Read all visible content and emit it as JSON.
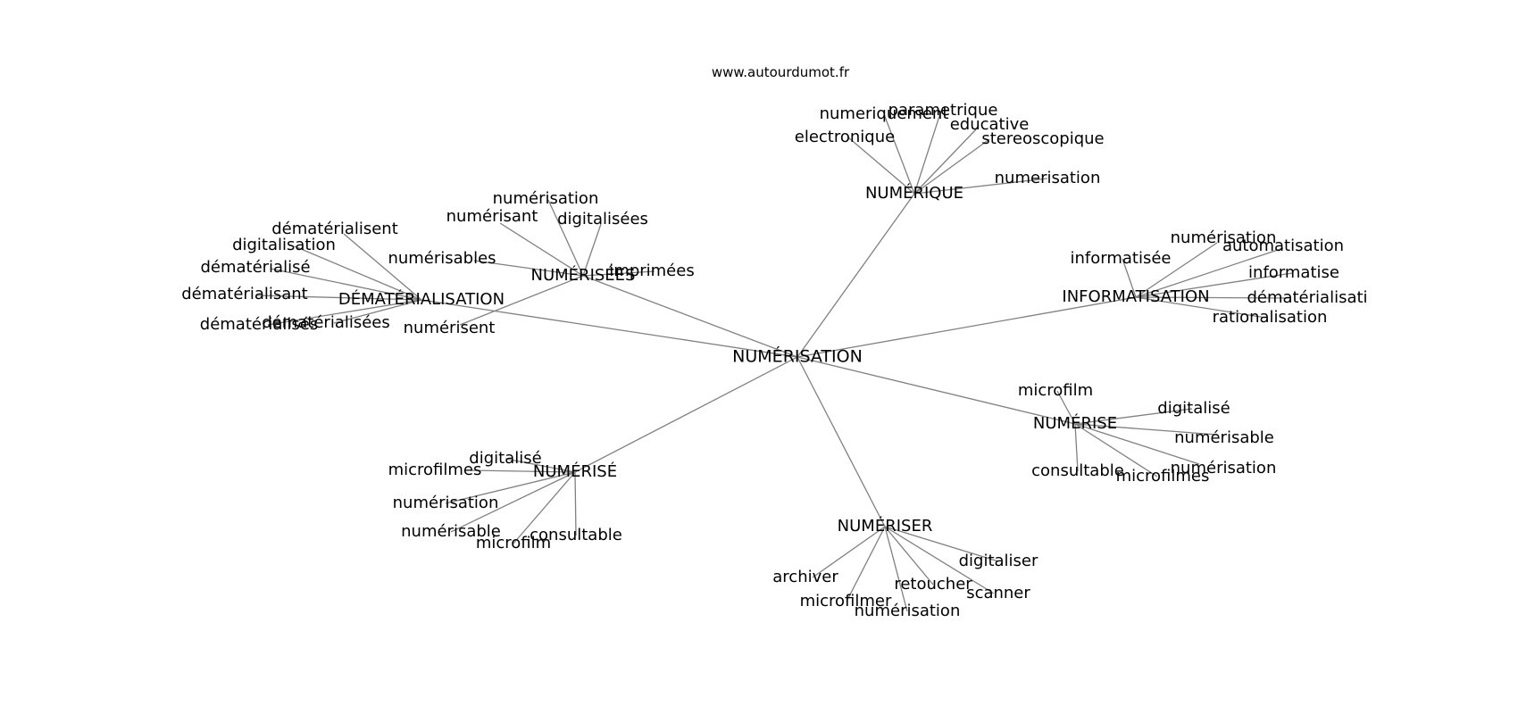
{
  "source": "www.autourdumot.fr",
  "center": "NUMÉRISATION",
  "hubs": [
    {
      "label": "NUMÉRIQUE",
      "leaves": [
        "numeriquement",
        "parametrique",
        "educative",
        "electronique",
        "stereoscopique",
        "numerisation"
      ]
    },
    {
      "label": "NUMÉRISÉES",
      "leaves": [
        "numérisation",
        "numérisant",
        "digitalisées",
        "numérisables",
        "imprimées",
        "numérisent"
      ]
    },
    {
      "label": "DÉMATÉRIALISATION",
      "leaves": [
        "dématérialisent",
        "digitalisation",
        "dématérialisé",
        "dématérialisant",
        "dématérialisés",
        "dématérialisées"
      ]
    },
    {
      "label": "INFORMATISATION",
      "leaves": [
        "numérisation",
        "automatisation",
        "informatisée",
        "informatise",
        "dématérialisati",
        "rationalisation"
      ]
    },
    {
      "label": "NUMÉRISE",
      "leaves": [
        "microfilm",
        "digitalisé",
        "numérisable",
        "numérisation",
        "consultable",
        "microfilmes"
      ]
    },
    {
      "label": "NUMÉRISÉ",
      "leaves": [
        "digitalisé",
        "microfilmes",
        "numérisation",
        "numérisable",
        "consultable",
        "microfilm"
      ]
    },
    {
      "label": "NUMÉRISER",
      "leaves": [
        "digitaliser",
        "archiver",
        "retoucher",
        "scanner",
        "microfilmer",
        "numérisation"
      ]
    }
  ]
}
